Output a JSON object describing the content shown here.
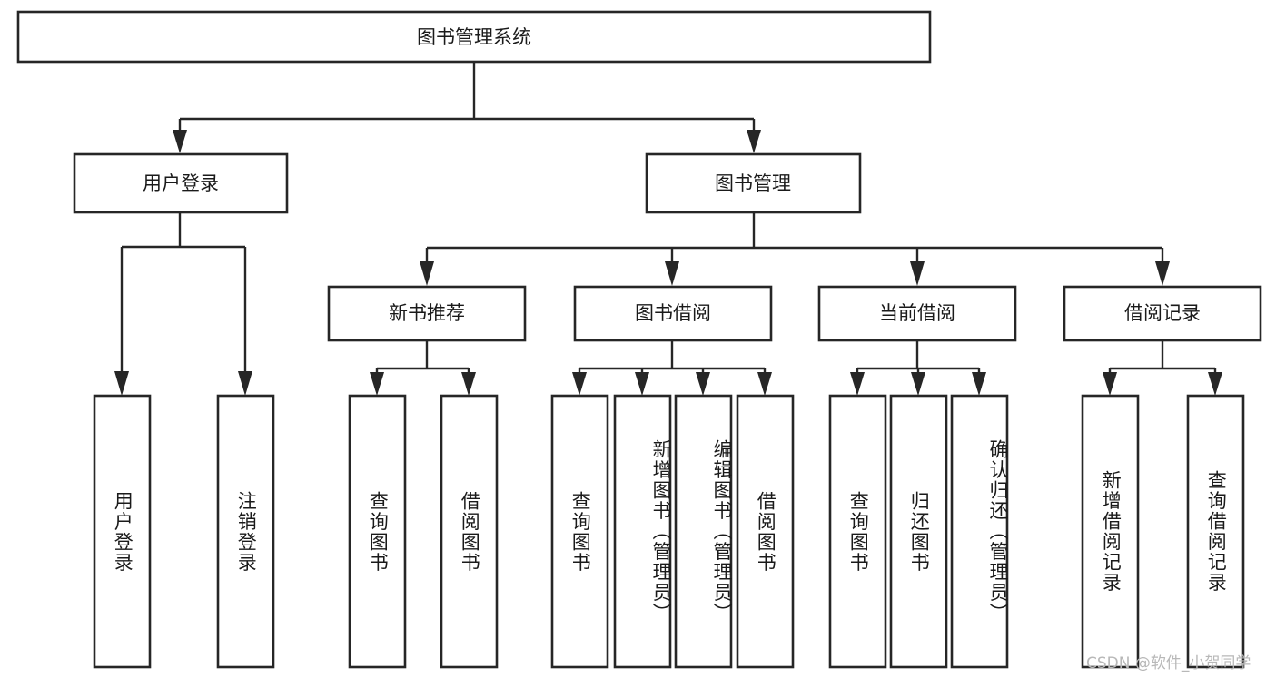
{
  "diagram": {
    "type": "tree-hierarchy",
    "title": "图书管理系统",
    "root": {
      "id": "root",
      "label": "图书管理系统",
      "orientation": "horizontal"
    },
    "level1": [
      {
        "id": "user-login",
        "label": "用户登录",
        "orientation": "horizontal"
      },
      {
        "id": "book-management",
        "label": "图书管理",
        "orientation": "horizontal"
      }
    ],
    "level2": [
      {
        "id": "new-book-recommend",
        "label": "新书推荐",
        "orientation": "horizontal",
        "parent": "book-management"
      },
      {
        "id": "book-borrow",
        "label": "图书借阅",
        "orientation": "horizontal",
        "parent": "book-management"
      },
      {
        "id": "current-borrow",
        "label": "当前借阅",
        "orientation": "horizontal",
        "parent": "book-management"
      },
      {
        "id": "borrow-record",
        "label": "借阅记录",
        "orientation": "horizontal",
        "parent": "book-management"
      }
    ],
    "leaves": [
      {
        "id": "leaf-user-login",
        "label": "用户登录",
        "orientation": "vertical",
        "parent": "user-login"
      },
      {
        "id": "leaf-logout-login",
        "label": "注销登录",
        "orientation": "vertical",
        "parent": "user-login"
      },
      {
        "id": "leaf-query-book-1",
        "label": "查询图书",
        "orientation": "vertical",
        "parent": "new-book-recommend"
      },
      {
        "id": "leaf-borrow-book-1",
        "label": "借阅图书",
        "orientation": "vertical",
        "parent": "new-book-recommend"
      },
      {
        "id": "leaf-query-book-2",
        "label": "查询图书",
        "orientation": "vertical",
        "parent": "book-borrow"
      },
      {
        "id": "leaf-add-book-admin",
        "label": "新增图书（管理员）",
        "orientation": "vertical",
        "parent": "book-borrow"
      },
      {
        "id": "leaf-edit-book-admin",
        "label": "编辑图书（管理员）",
        "orientation": "vertical",
        "parent": "book-borrow"
      },
      {
        "id": "leaf-borrow-book-2",
        "label": "借阅图书",
        "orientation": "vertical",
        "parent": "book-borrow"
      },
      {
        "id": "leaf-query-book-3",
        "label": "查询图书",
        "orientation": "vertical",
        "parent": "current-borrow"
      },
      {
        "id": "leaf-return-book",
        "label": "归还图书",
        "orientation": "vertical",
        "parent": "current-borrow"
      },
      {
        "id": "leaf-confirm-return-admin",
        "label": "确认归还（管理员）",
        "orientation": "vertical",
        "parent": "current-borrow"
      },
      {
        "id": "leaf-add-borrow-record",
        "label": "新增借阅记录",
        "orientation": "vertical",
        "parent": "borrow-record"
      },
      {
        "id": "leaf-query-borrow-record",
        "label": "查询借阅记录",
        "orientation": "vertical",
        "parent": "borrow-record"
      }
    ],
    "colors": {
      "box_fill": "#ffffff",
      "box_stroke": "#262626",
      "text": "#1a1a1a",
      "background": "#ffffff",
      "watermark": "#b8b8b8"
    }
  },
  "watermark": {
    "text": "CSDN @软件_小贺同学"
  }
}
